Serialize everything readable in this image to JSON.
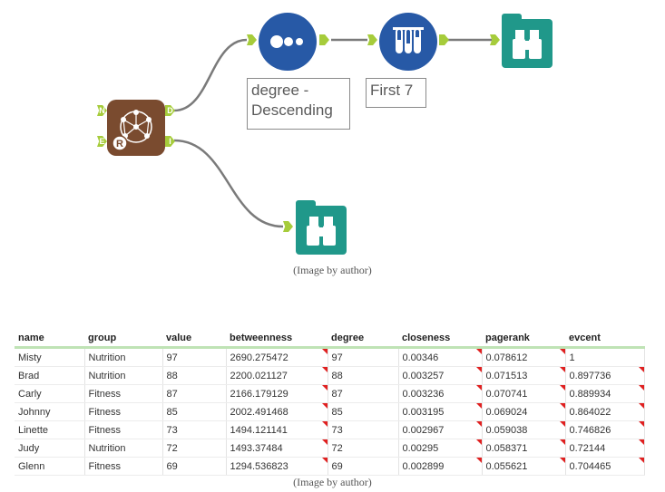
{
  "workflow": {
    "network_tool": {
      "anchor_in_top": "N",
      "anchor_in_bottom": "E",
      "anchor_out_top": "D",
      "anchor_out_bottom": "I"
    },
    "sort_annotation": "degree - Descending",
    "sample_annotation": "First 7",
    "caption_top": "(Image by author)"
  },
  "table": {
    "headers": [
      "name",
      "group",
      "value",
      "betweenness",
      "degree",
      "closeness",
      "pagerank",
      "evcent"
    ],
    "rows": [
      [
        "Misty",
        "Nutrition",
        "97",
        "2690.275472",
        "97",
        "0.00346",
        "0.078612",
        "1"
      ],
      [
        "Brad",
        "Nutrition",
        "88",
        "2200.021127",
        "88",
        "0.003257",
        "0.071513",
        "0.897736"
      ],
      [
        "Carly",
        "Fitness",
        "87",
        "2166.179129",
        "87",
        "0.003236",
        "0.070741",
        "0.889934"
      ],
      [
        "Johnny",
        "Fitness",
        "85",
        "2002.491468",
        "85",
        "0.003195",
        "0.069024",
        "0.864022"
      ],
      [
        "Linette",
        "Fitness",
        "73",
        "1494.121141",
        "73",
        "0.002967",
        "0.059038",
        "0.746826"
      ],
      [
        "Judy",
        "Nutrition",
        "72",
        "1493.37484",
        "72",
        "0.00295",
        "0.058371",
        "0.72144"
      ],
      [
        "Glenn",
        "Fitness",
        "69",
        "1294.536823",
        "69",
        "0.002899",
        "0.055621",
        "0.704465"
      ]
    ],
    "caption_bottom": "(Image by author)"
  }
}
